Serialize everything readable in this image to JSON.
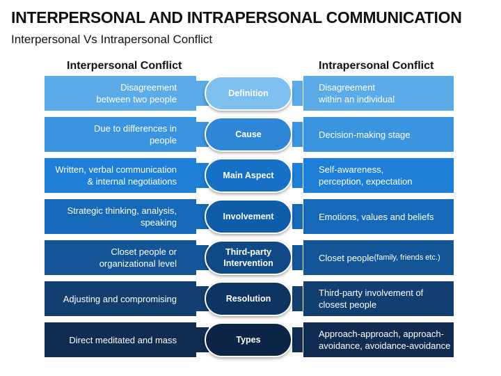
{
  "title": "INTERPERSONAL AND INTRAPERSONAL COMMUNICATION",
  "subtitle": "Interpersonal Vs Intrapersonal Conflict",
  "headers": {
    "left": "Interpersonal Conflict",
    "right": "Intrapersonal Conflict"
  },
  "rows": [
    {
      "center": "Definition",
      "left": "Disagreement\nbetween two people",
      "right": "Disagreement\nwithin an individual",
      "right_small": "",
      "color": "#5aabe8",
      "pill": "#7dbfee"
    },
    {
      "center": "Cause",
      "left": "Due to differences in\npeople",
      "right": "Decision-making stage",
      "right_small": "",
      "color": "#3a94e0",
      "pill": "#2f86d6"
    },
    {
      "center": "Main Aspect",
      "left": "Written, verbal communication\n& internal negotiations",
      "right": "Self-awareness,\nperception, expectation",
      "right_small": "",
      "color": "#1d7fd8",
      "pill": "#1670c6"
    },
    {
      "center": "Involvement",
      "left": "Strategic thinking, analysis,\nspeaking",
      "right": "Emotions, values and beliefs",
      "right_small": "",
      "color": "#1569b8",
      "pill": "#0f5ca8"
    },
    {
      "center": "Third-party\nIntervention",
      "left": "Closet people or\norganizational level",
      "right": "Closet people",
      "right_small": "(family, friends etc.)",
      "color": "#135596",
      "pill": "#0f4a86"
    },
    {
      "center": "Resolution",
      "left": "Adjusting and compromising",
      "right": "Third-party involvement of\nclosest people",
      "right_small": "",
      "color": "#123f70",
      "pill": "#0e3562"
    },
    {
      "center": "Types",
      "left": "Direct meditated and mass",
      "right": "Approach-approach, approach-\navoidance, avoidance-avoidance",
      "right_small": "",
      "color": "#102c50",
      "pill": "#0c2446"
    }
  ]
}
